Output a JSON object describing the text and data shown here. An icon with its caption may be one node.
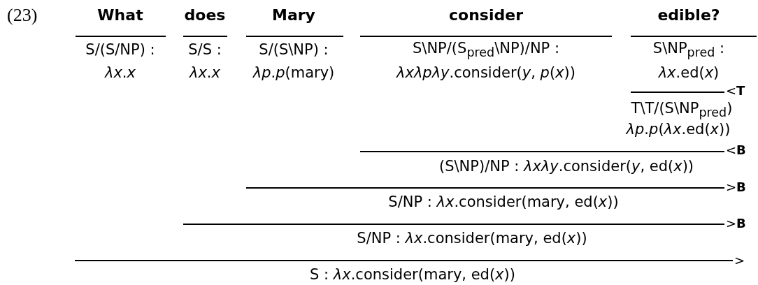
{
  "diagram": {
    "labels": [
      "(23)",
      "What",
      "does",
      "Mary",
      "consider",
      "**edible**?",
      "S/(S/NP) :",
      "*λx*.*x*",
      "S/S :",
      "*λx*.*x*",
      "S/(S\\NP) :",
      "*λp*.*p*(mary)",
      "S\\NP/(S$_{pred}$\\NP)/NP :",
      "*λxλpλy*.consider(*y*, *p*(*x*))",
      "S\\NP$_{pred}$ :",
      "*λx*.ed(*x*)",
      "<**T**",
      "T\\T/(S\\NP$_{pred}$)",
      "*λp*.*p*(*λx*.ed(*x*))",
      "<**B**",
      "(S\\NP)/NP : *λxλy*.consider(*y*, ed(*x*))",
      ">**B**",
      "S/NP : *λx*.consider(mary, ed(*x*))",
      ">**B**",
      "S/NP : *λx*.consider(mary, ed(*x*))",
      ">",
      "S : *λx*.consider(mary, ed(*x*))"
    ]
  }
}
